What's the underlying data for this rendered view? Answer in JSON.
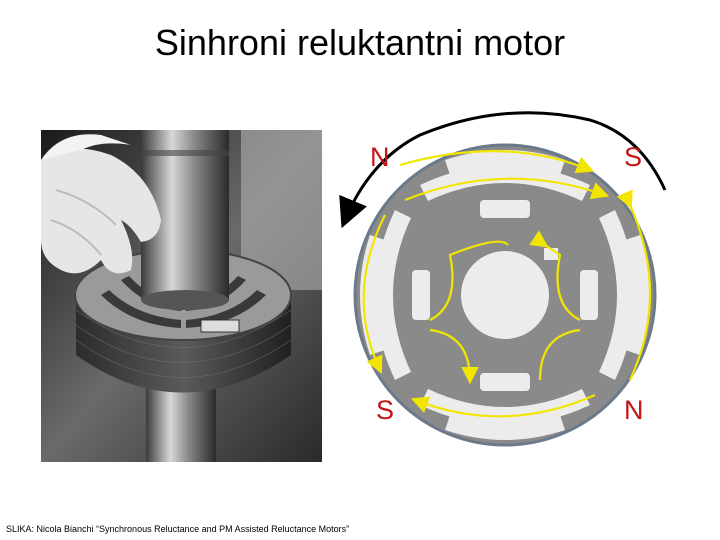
{
  "title": "Sinhroni reluktantni motor",
  "source_note": "SLIKA: Nicola Bianchi “Synchronous Reluctance and PM Assisted Reluctance  Motors”",
  "pole_labels": {
    "top_left": "N",
    "top_right": "S",
    "bottom_left": "S",
    "bottom_right": "N"
  },
  "colors": {
    "pole_label": "#c41414",
    "flux_line": "#f2e600",
    "rotor": "#8a8a8a",
    "flux_barrier": "#ececec"
  }
}
